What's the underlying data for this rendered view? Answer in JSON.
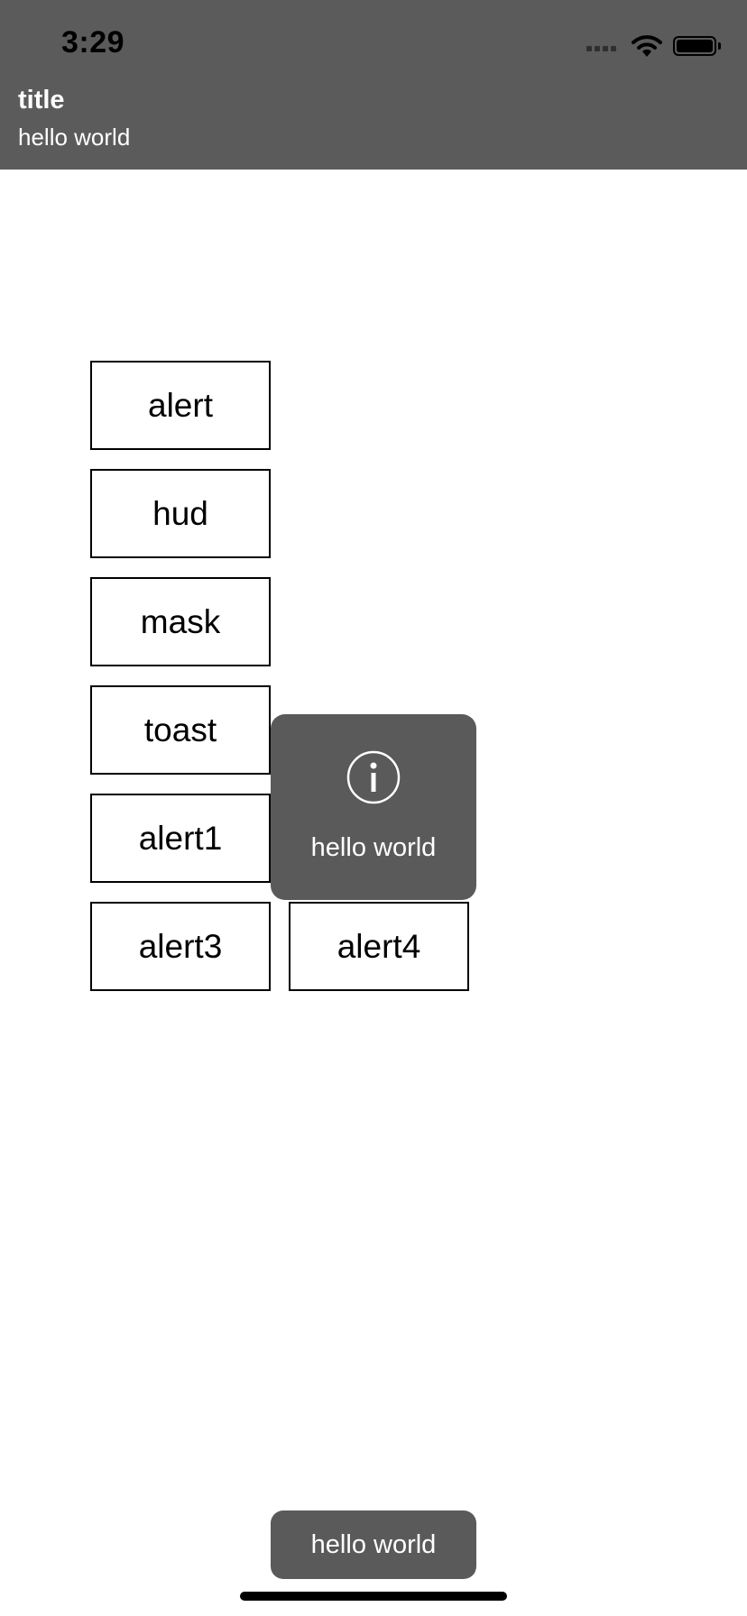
{
  "status_bar": {
    "time": "3:29",
    "icons": [
      "cellular-signal-icon",
      "wifi-icon",
      "battery-icon"
    ]
  },
  "banner": {
    "title": "title",
    "subtitle": "hello world",
    "background": "#5b5b5b"
  },
  "buttons": {
    "alert": "alert",
    "hud": "hud",
    "mask": "mask",
    "toast": "toast",
    "alert1": "alert1",
    "alert3": "alert3",
    "alert4": "alert4"
  },
  "hud": {
    "icon": "info-icon",
    "message": "hello world",
    "background": "#5a5a5a"
  },
  "toast": {
    "message": "hello world",
    "background": "#5a5a5a"
  }
}
